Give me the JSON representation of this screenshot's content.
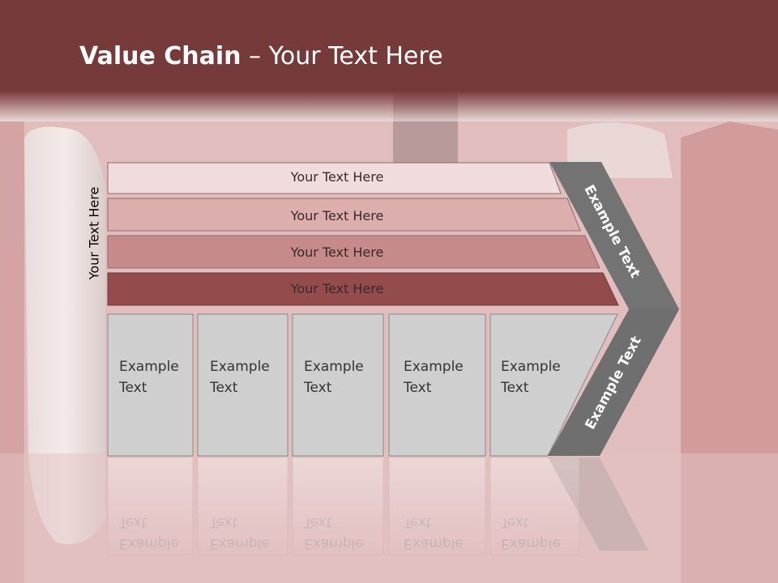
{
  "slide": {
    "title_bold": "Value Chain",
    "title_rest": " – Your Text Here",
    "vertical_label": "Your Text Here"
  },
  "bars": [
    {
      "label": "Your Text Here",
      "color": "#f0dcdc"
    },
    {
      "label": "Your Text Here",
      "color": "#dcaeae"
    },
    {
      "label": "Your Text Here",
      "color": "#c58a89"
    },
    {
      "label": "Your Text Here",
      "color": "#944b4c"
    }
  ],
  "boxes": [
    {
      "line1": "Example",
      "line2": "Text"
    },
    {
      "line1": "Example",
      "line2": "Text"
    },
    {
      "line1": "Example",
      "line2": "Text"
    },
    {
      "line1": "Example",
      "line2": "Text"
    },
    {
      "line1": "Example",
      "line2": "Text"
    }
  ],
  "chevron": {
    "upper_label": "Example Text",
    "lower_label": "Example Text",
    "color": "#737373"
  }
}
